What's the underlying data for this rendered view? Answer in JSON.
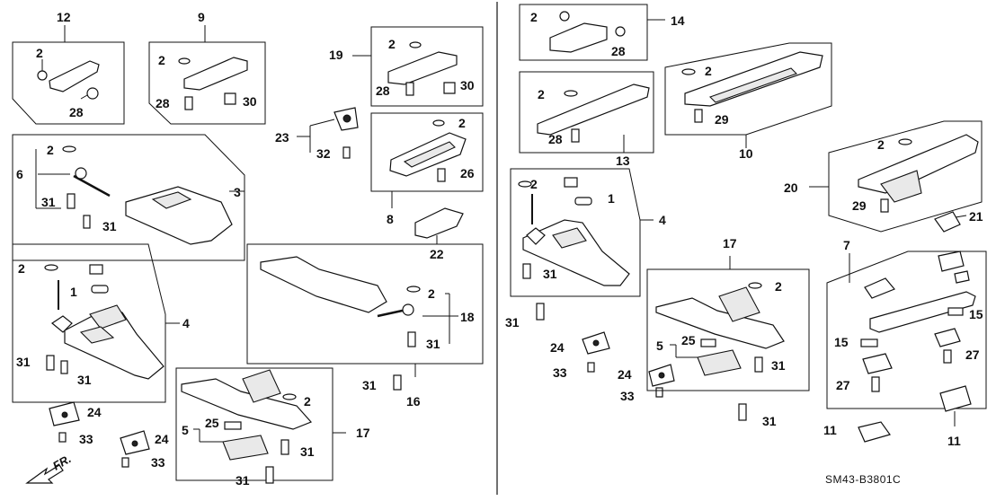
{
  "labels": {
    "n12": "12",
    "n9": "9",
    "n19": "19",
    "n14": "14",
    "n2": "2",
    "n28": "28",
    "n30": "30",
    "n23": "23",
    "n32": "32",
    "n13": "13",
    "n10": "10",
    "n29": "29",
    "n6": "6",
    "n3": "3",
    "n31": "31",
    "n26": "26",
    "n8": "8",
    "n22": "22",
    "n20": "20",
    "n21": "21",
    "n7": "7",
    "n1": "1",
    "n4": "4",
    "n17": "17",
    "n18": "18",
    "n15": "15",
    "n27": "27",
    "n24": "24",
    "n33": "33",
    "n25": "25",
    "n5": "5",
    "n16": "16",
    "n11": "11"
  },
  "front_indicator": "FR.",
  "diagram_code": "SM43-B3801C"
}
